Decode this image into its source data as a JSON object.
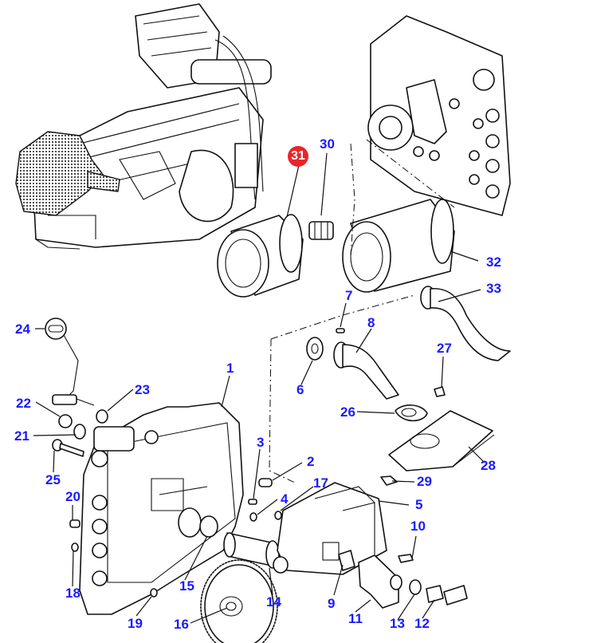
{
  "diagram": {
    "type": "exploded-parts-diagram",
    "subject": "Tractor hydraulic pump, filter and housing assembly",
    "accent_color": "#1a1aff",
    "highlight_color": "#e8262a",
    "highlighted_part": "31",
    "callouts": [
      {
        "id": "c1",
        "label": "1"
      },
      {
        "id": "c2",
        "label": "2"
      },
      {
        "id": "c3",
        "label": "3"
      },
      {
        "id": "c4",
        "label": "4"
      },
      {
        "id": "c5",
        "label": "5"
      },
      {
        "id": "c6",
        "label": "6"
      },
      {
        "id": "c7",
        "label": "7"
      },
      {
        "id": "c8",
        "label": "8"
      },
      {
        "id": "c9",
        "label": "9"
      },
      {
        "id": "c10",
        "label": "10"
      },
      {
        "id": "c11",
        "label": "11"
      },
      {
        "id": "c12",
        "label": "12"
      },
      {
        "id": "c13",
        "label": "13"
      },
      {
        "id": "c14",
        "label": "14"
      },
      {
        "id": "c15",
        "label": "15"
      },
      {
        "id": "c16",
        "label": "16"
      },
      {
        "id": "c17",
        "label": "17"
      },
      {
        "id": "c18",
        "label": "18"
      },
      {
        "id": "c19",
        "label": "19"
      },
      {
        "id": "c20",
        "label": "20"
      },
      {
        "id": "c21",
        "label": "21"
      },
      {
        "id": "c22",
        "label": "22"
      },
      {
        "id": "c23",
        "label": "23"
      },
      {
        "id": "c24",
        "label": "24"
      },
      {
        "id": "c25",
        "label": "25"
      },
      {
        "id": "c26",
        "label": "26"
      },
      {
        "id": "c27",
        "label": "27"
      },
      {
        "id": "c28",
        "label": "28"
      },
      {
        "id": "c29",
        "label": "29"
      },
      {
        "id": "c30",
        "label": "30"
      },
      {
        "id": "c31",
        "label": "31"
      },
      {
        "id": "c32",
        "label": "32"
      },
      {
        "id": "c33",
        "label": "33"
      }
    ]
  }
}
